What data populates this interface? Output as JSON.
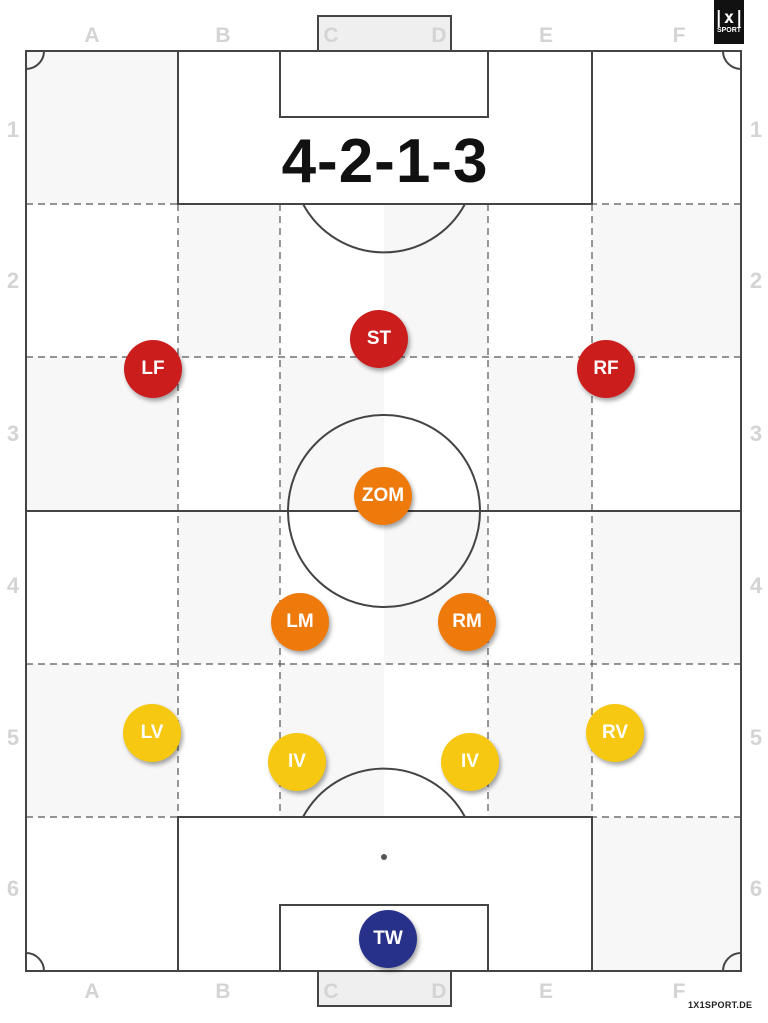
{
  "formation": "4-2-1-3",
  "columns": [
    "A",
    "B",
    "C",
    "D",
    "E",
    "F"
  ],
  "rows": [
    "1",
    "2",
    "3",
    "4",
    "5",
    "6"
  ],
  "logo": {
    "line1": "|x|",
    "line2": "SPORT"
  },
  "site": "1X1SPORT.DE",
  "colors": {
    "forward": "#cc1d1d",
    "midfield": "#ee7a0c",
    "defense": "#f7c811",
    "goalkeeper": "#27318a"
  },
  "players": [
    {
      "label": "ST",
      "role": "forward"
    },
    {
      "label": "LF",
      "role": "forward"
    },
    {
      "label": "RF",
      "role": "forward"
    },
    {
      "label": "ZOM",
      "role": "midfield"
    },
    {
      "label": "LM",
      "role": "midfield"
    },
    {
      "label": "RM",
      "role": "midfield"
    },
    {
      "label": "LV",
      "role": "defense"
    },
    {
      "label": "IV",
      "role": "defense"
    },
    {
      "label": "IV",
      "role": "defense"
    },
    {
      "label": "RV",
      "role": "defense"
    },
    {
      "label": "TW",
      "role": "goalkeeper"
    }
  ]
}
